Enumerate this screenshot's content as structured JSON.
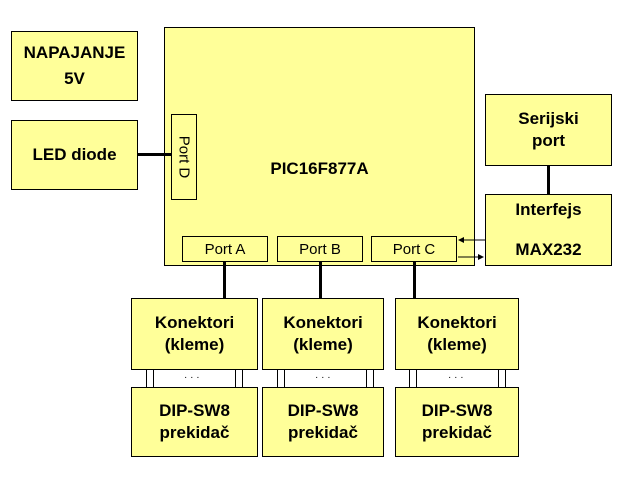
{
  "power": {
    "line1": "NAPAJANJE",
    "line2": "5V"
  },
  "led": {
    "label": "LED diode"
  },
  "mcu": {
    "title": "PIC16F877A"
  },
  "ports": {
    "a": "Port A",
    "b": "Port B",
    "c": "Port C",
    "d": "Port D"
  },
  "serial": {
    "label": "Serijski\nport"
  },
  "interface": {
    "line1": "Interfejs",
    "line2": "MAX232"
  },
  "connectors": [
    {
      "label": "Konektori\n(kleme)"
    },
    {
      "label": "Konektori\n(kleme)"
    },
    {
      "label": "Konektori\n(kleme)"
    }
  ],
  "switches": [
    {
      "label": "DIP-SW8\nprekidač"
    },
    {
      "label": "DIP-SW8\nprekidač"
    },
    {
      "label": "DIP-SW8\nprekidač"
    }
  ],
  "dots": "· · ·",
  "colors": {
    "box_fill": "#ffff99",
    "stroke": "#000000"
  }
}
